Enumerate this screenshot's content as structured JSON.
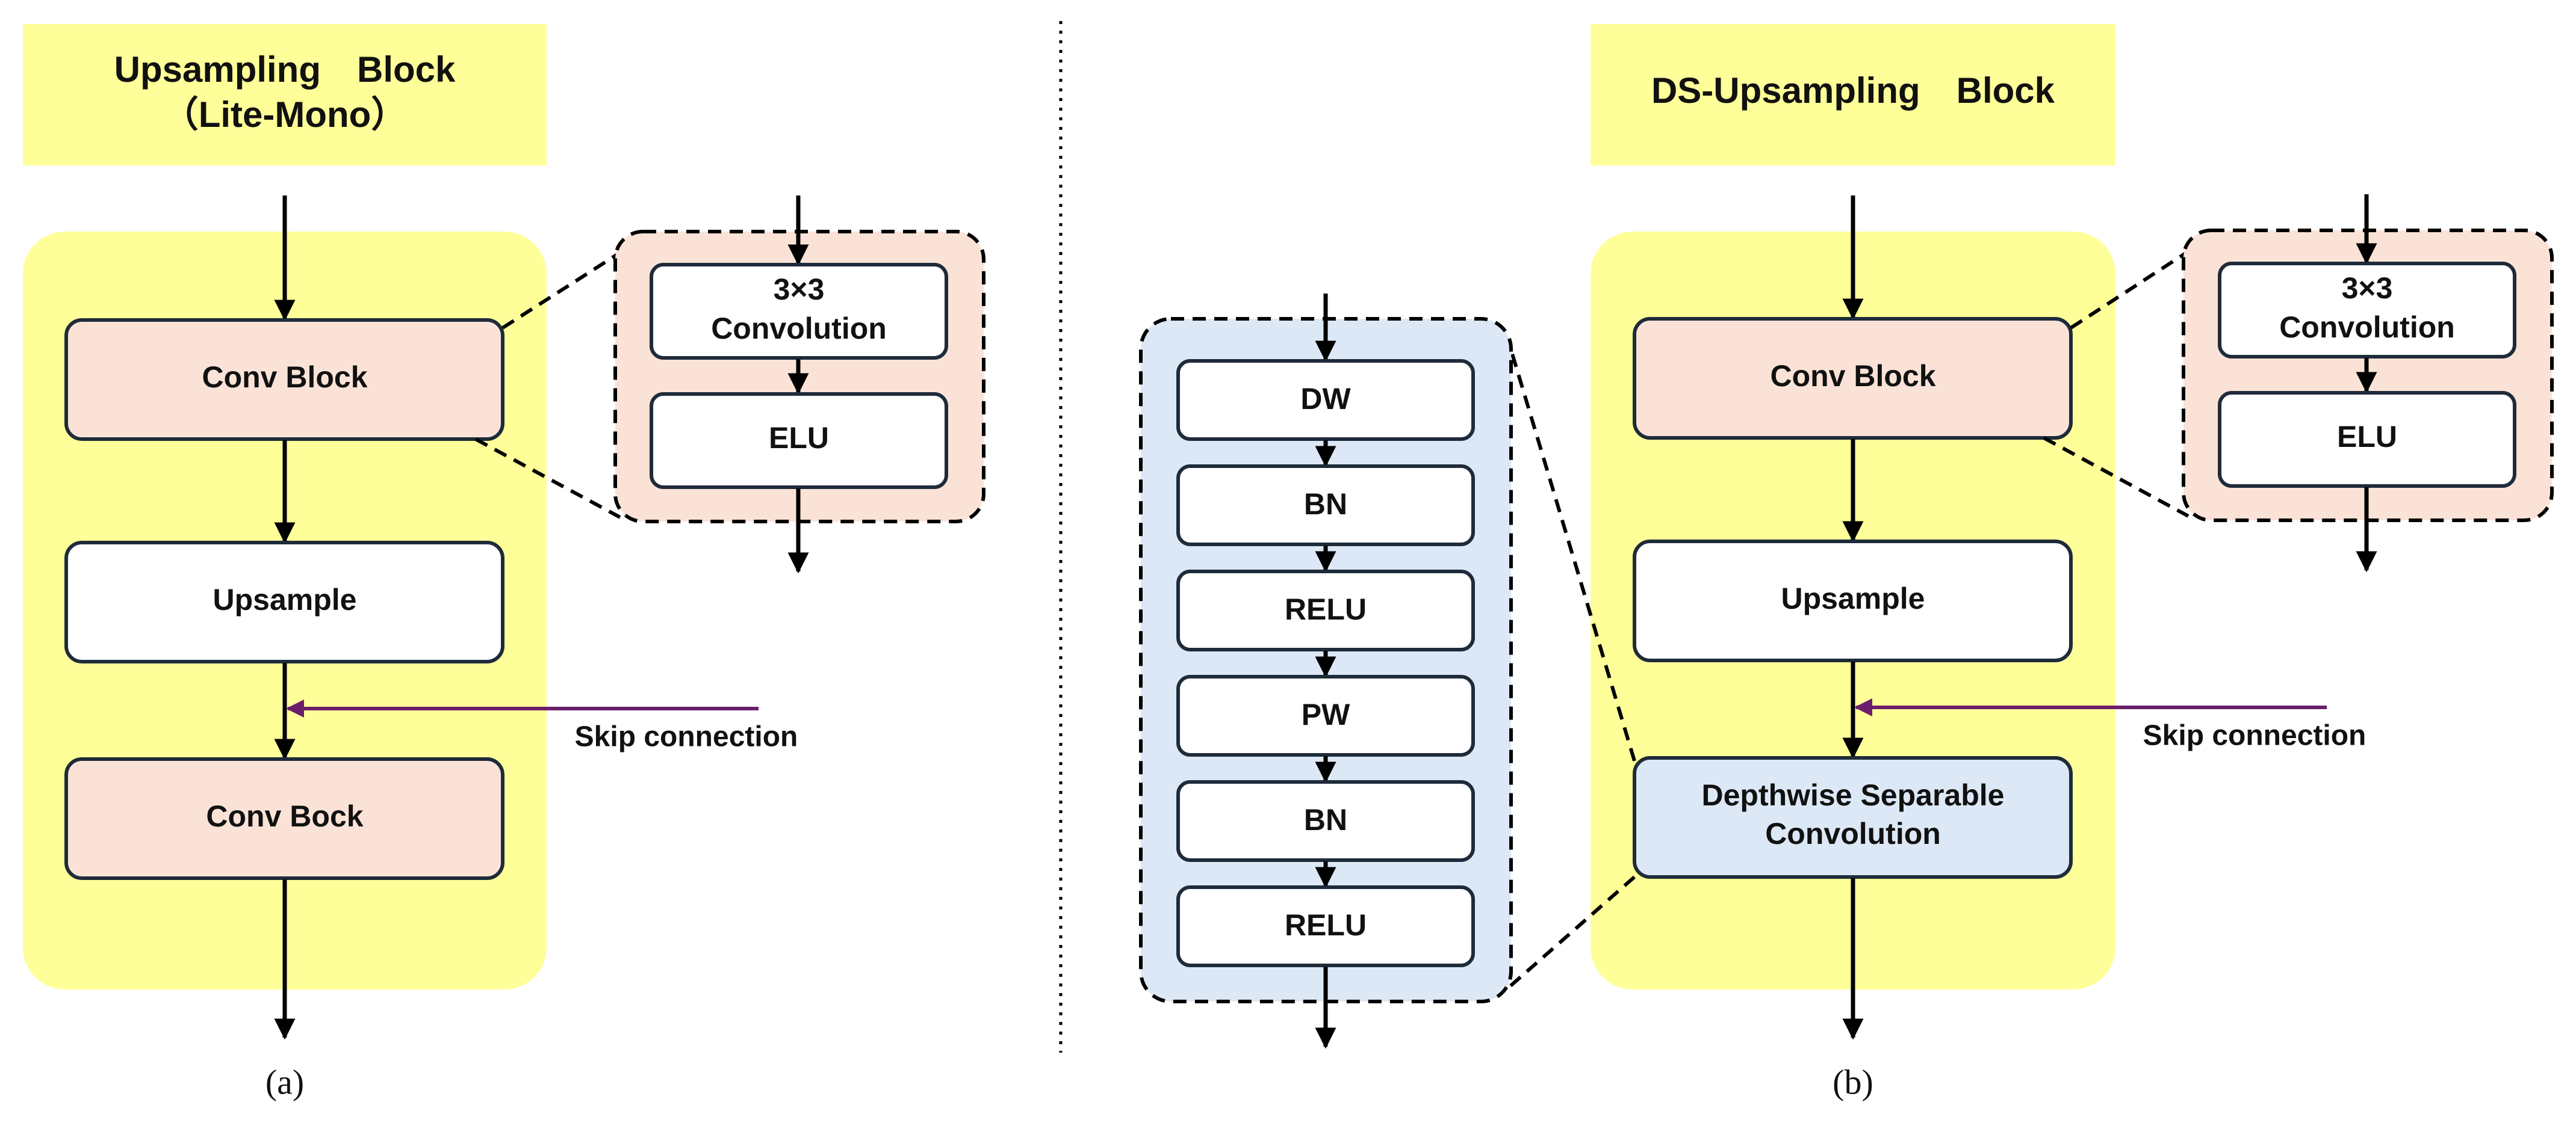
{
  "colors": {
    "panel_yellow": "#FFFF99",
    "conv_pink": "#FAE3D6",
    "dw_blue": "#DCE8F5",
    "box_stroke": "#1E2B3A",
    "skip_arrow": "#6B1F6B",
    "white": "#FFFFFF"
  },
  "panel_a": {
    "title_line1": "Upsampling　Block",
    "title_line2": "（Lite-Mono）",
    "conv_block": "Conv Block",
    "upsample": "Upsample",
    "conv_bock": "Conv Bock",
    "detail_conv_line1": "3×3",
    "detail_conv_line2": "Convolution",
    "detail_elu": "ELU",
    "skip_label": "Skip connection",
    "caption": "(a)"
  },
  "panel_b": {
    "title": "DS-Upsampling　Block",
    "conv_block": "Conv Block",
    "upsample": "Upsample",
    "dsc_line1": "Depthwise Separable",
    "dsc_line2": "Convolution",
    "detail_conv_line1": "3×3",
    "detail_conv_line2": "Convolution",
    "detail_elu": "ELU",
    "skip_label": "Skip connection",
    "caption": "(b)",
    "dsc_steps": [
      "DW",
      "BN",
      "RELU",
      "PW",
      "BN",
      "RELU"
    ]
  }
}
